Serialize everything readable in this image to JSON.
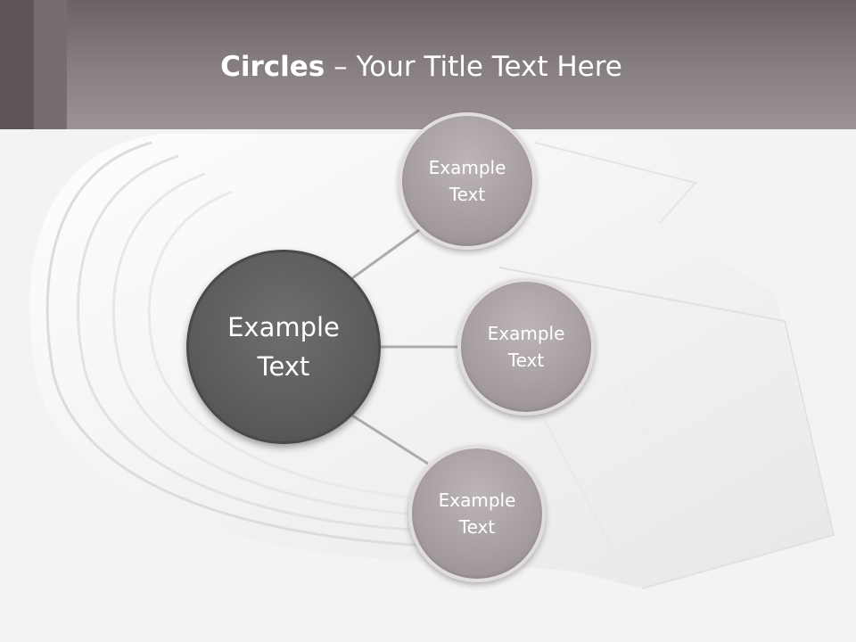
{
  "title": {
    "bold": "Circles",
    "rest": " – Your Title Text Here"
  },
  "center_circle": {
    "line1": "Example",
    "line2": "Text"
  },
  "satellites": [
    {
      "line1": "Example",
      "line2": "Text"
    },
    {
      "line1": "Example",
      "line2": "Text"
    },
    {
      "line1": "Example",
      "line2": "Text"
    }
  ],
  "colors": {
    "header": "#847c7c",
    "center_circle": "#5c5c5c",
    "satellite_circle": "#a8a0a0",
    "connector": "#b0abab",
    "text": "#ffffff"
  }
}
